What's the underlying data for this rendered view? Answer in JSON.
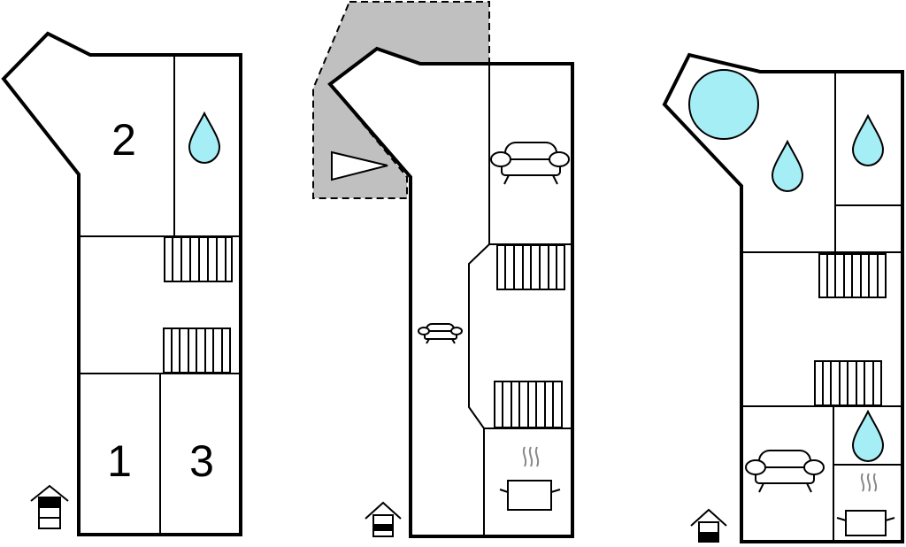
{
  "floors": [
    {
      "rooms": [
        {
          "id": "room-1",
          "number": "1"
        },
        {
          "id": "room-2",
          "number": "2"
        },
        {
          "id": "room-3",
          "number": "3"
        }
      ],
      "level_indicator": "top-filled-level-1-of-3"
    },
    {
      "rooms": [],
      "level_indicator": "middle-filled-level-2-of-3"
    },
    {
      "rooms": [],
      "level_indicator": "bottom-filled-level-3-of-3"
    }
  ],
  "colors": {
    "water": "#a6eef5",
    "terrace": "#c0c0c0",
    "wall": "#000000",
    "steam": "#888888"
  },
  "icons": [
    "water-drop-icon",
    "stairs-icon",
    "sofa-icon",
    "cooking-pot-icon",
    "house-level-icon",
    "pool-icon",
    "terrace-arrow-icon"
  ]
}
